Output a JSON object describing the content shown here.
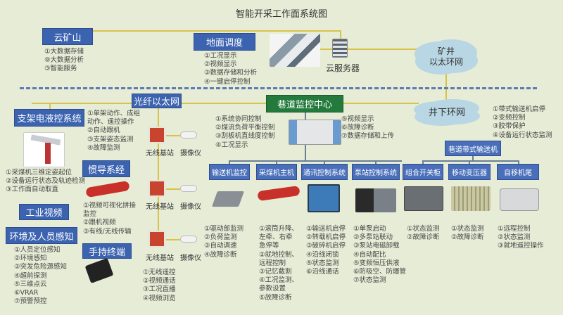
{
  "title": "智能开采工作面系统图",
  "cloud_mine": {
    "label": "云矿山",
    "items": [
      "①大数据存储",
      "⑨大数据分析",
      "③智能服务"
    ]
  },
  "ground_dispatch": {
    "label": "地面调度",
    "items": [
      "①工况显示",
      "②视频显示",
      "③数据存储和分析",
      "④一键启停控制"
    ]
  },
  "cloud_server": {
    "label": "云服务器"
  },
  "mine_ring": {
    "line1": "矿井",
    "line2": "以太环网"
  },
  "fiber": {
    "label": "光纤以太网"
  },
  "underground_ring": {
    "label": "井下环网"
  },
  "support": {
    "label": "支架电液控系统",
    "items": [
      "①单架动作、成组",
      "动作、遥控操作",
      "②自动跟机",
      "③支架姿态监测",
      "④故障监测"
    ]
  },
  "shearer_pos": {
    "items": [
      "①采煤机三维定姿起位",
      "②设备运行状态及轨迹检测",
      "③工作面自动取直"
    ]
  },
  "inertial": {
    "label": "惯导系经",
    "items": [
      "①视频可视化拼接",
      "监控",
      "②跟机视频",
      "③有线/无线传输"
    ]
  },
  "video": {
    "label": "工业视频"
  },
  "env": {
    "label": "环境及人员感知",
    "items": [
      "①人员定位感知",
      "②环境感知",
      "③突发危险源感知",
      "④超前探测",
      "⑤三维点云",
      "⑥VRAR",
      "⑦预警预控"
    ]
  },
  "handheld": {
    "label": "手持终端",
    "items": [
      "①无线遥控",
      "②视频通话",
      "③工况直播",
      "④视频浏览"
    ]
  },
  "base_station": "无线基站",
  "camera": "摄像仪",
  "center": {
    "label": "巷道监控中心",
    "left_items": [
      "①系统协同控制",
      "②煤流负荷平衡控制",
      "③刮板机直线度控制",
      "④工况显示"
    ],
    "right_items": [
      "⑤视频显示",
      "⑥故障诊断",
      "⑦数据存储和上传"
    ]
  },
  "belt": {
    "label": "巷道带式输送机",
    "items": [
      "①带式输送机启停",
      "②变频控制",
      "③胶带保护",
      "④设备运行状态监测"
    ]
  },
  "subsystems": [
    {
      "label": "输送机监控",
      "items": [
        "①驱动部监测",
        "②负荷监测",
        "③自动调速",
        "④故障诊断"
      ]
    },
    {
      "label": "采煤机主机",
      "items": [
        "①滚筒升降、",
        "左牵、右牵",
        "急停等",
        "②就地控制、",
        "远程控制",
        "③记忆截割",
        "④工况监测、",
        "参数设置",
        "⑤故障诊断"
      ]
    },
    {
      "label": "通讯控制系统",
      "items": [
        "①输送机启停",
        "②转载机启停",
        "③破碎机启停",
        "④沿线闭锁",
        "⑤状态监测",
        "⑥沿线通话"
      ]
    },
    {
      "label": "泵站控制系统",
      "items": [
        "①单泵启动",
        "②多泵站联动",
        "③泵站电磁卸载",
        "④自动配比",
        "⑤变频恒压供液",
        "⑥防吸空、防爆管",
        "⑦状态监测"
      ]
    },
    {
      "label": "组合开关柜",
      "items": [
        "①状态监测",
        "②故障诊断"
      ]
    },
    {
      "label": "移动变压器",
      "items": [
        "①状态监测",
        "②故障诊断"
      ]
    },
    {
      "label": "自移机尾",
      "items": [
        "①远程控制",
        "②状态监测",
        "③就地遥控操作"
      ]
    }
  ],
  "colors": {
    "box_blue": "#3c63b0",
    "box_green": "#237a3c",
    "line": "#d9c24a",
    "bg": "#e6ecd6"
  }
}
